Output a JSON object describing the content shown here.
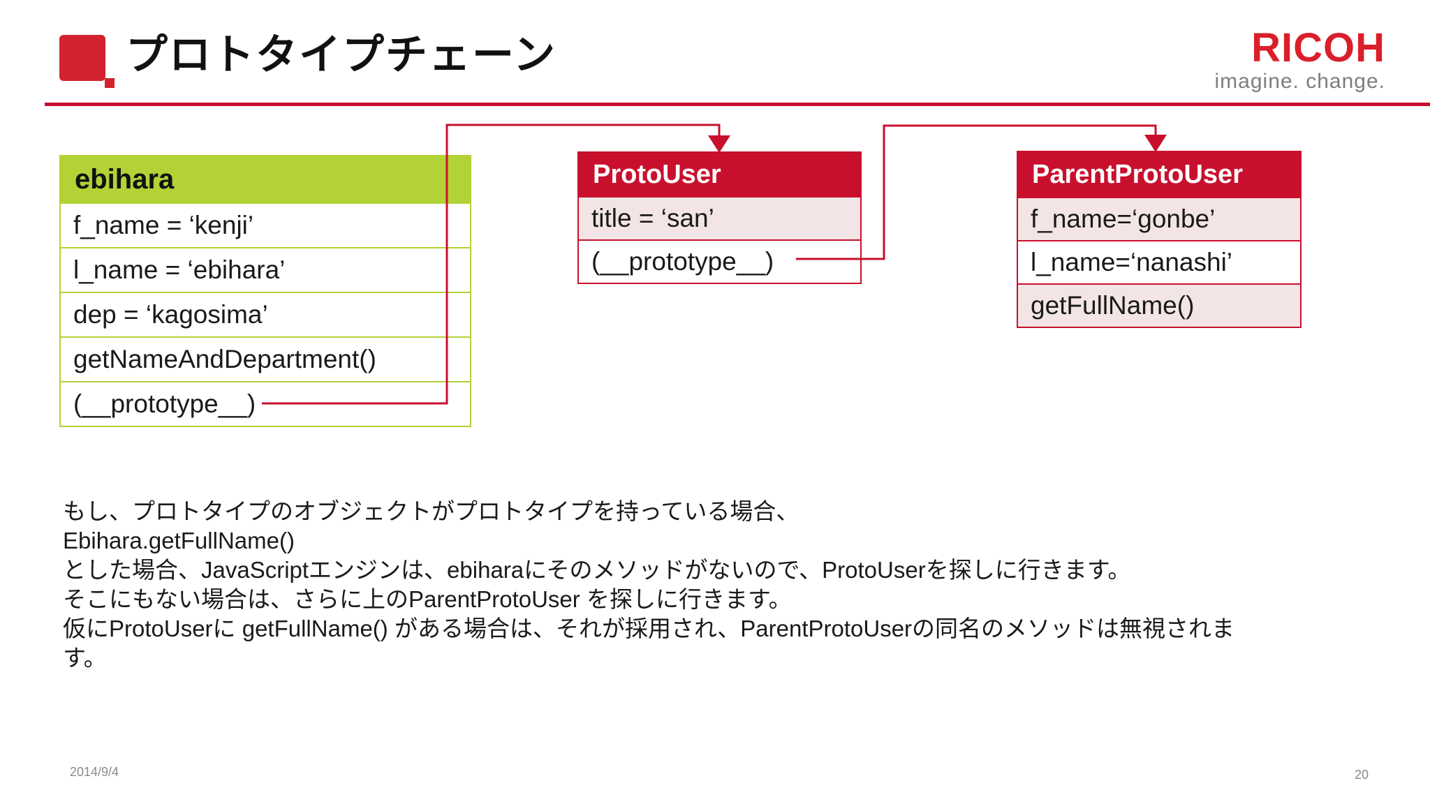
{
  "slide": {
    "title": "プロトタイプチェーン",
    "logo": {
      "brand": "RICOH",
      "tagline": "imagine. change."
    },
    "footer": {
      "date": "2014/9/4",
      "page": "20"
    }
  },
  "colors": {
    "accent_red": "#c8102e",
    "logo_red": "#da1f2b",
    "bullet_red": "#d2232f",
    "header_green": "#b2d235",
    "row_pink": "#f3e5e5",
    "text": "#1a1a1a",
    "footer_gray": "#8a8a8a"
  },
  "diagram": {
    "boxes": [
      {
        "title": "ebihara",
        "theme": "green",
        "rows": [
          "f_name = ‘kenji’",
          "l_name = ‘ebihara’",
          "dep = ‘kagosima’",
          "getNameAndDepartment()",
          "(__prototype__)"
        ]
      },
      {
        "title": "ProtoUser",
        "theme": "red",
        "rows": [
          "title = ‘san’",
          "(__prototype__)"
        ]
      },
      {
        "title": "ParentProtoUser",
        "theme": "red",
        "rows": [
          "f_name=‘gonbe’",
          "l_name=‘nanashi’",
          "getFullName()"
        ]
      }
    ],
    "arrows": [
      {
        "from": "ebihara.(__prototype__)",
        "to": "ProtoUser"
      },
      {
        "from": "ProtoUser.(__prototype__)",
        "to": "ParentProtoUser"
      }
    ]
  },
  "body": {
    "lines": [
      "もし、プロトタイプのオブジェクトがプロトタイプを持っている場合、",
      "Ebihara.getFullName()",
      "とした場合、JavaScriptエンジンは、ebiharaにそのメソッドがないので、ProtoUserを探しに行きます。",
      "そこにもない場合は、さらに上のParentProtoUser を探しに行きます。",
      "仮にProtoUserに getFullName() がある場合は、それが採用され、ParentProtoUserの同名のメソッドは無視されま",
      "す。"
    ]
  }
}
